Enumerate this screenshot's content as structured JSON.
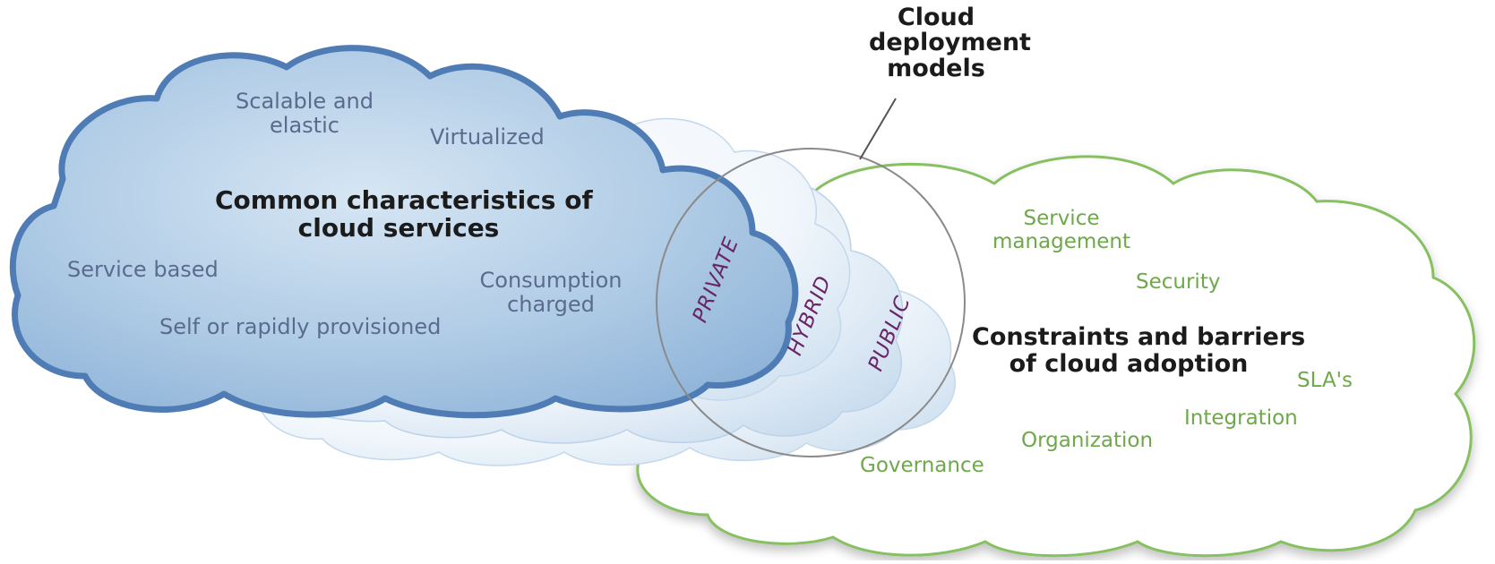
{
  "callout": {
    "title_line1": "Cloud",
    "title_line2": "deployment",
    "title_line3": "models"
  },
  "blue_cloud": {
    "heading_line1": "Common characteristics of",
    "heading_line2": "cloud services",
    "items": {
      "scalable_line1": "Scalable and",
      "scalable_line2": "elastic",
      "virtualized": "Virtualized",
      "service_based": "Service based",
      "consumption_line1": "Consumption",
      "consumption_line2": "charged",
      "self_provisioned": "Self or rapidly provisioned"
    }
  },
  "deployment_models": {
    "private": "PRIVATE",
    "hybrid": "HYBRID",
    "public": "PUBLIC"
  },
  "green_cloud": {
    "heading_line1": "Constraints and barriers",
    "heading_line2": "of cloud adoption",
    "items": {
      "service_mgmt_line1": "Service",
      "service_mgmt_line2": "management",
      "security": "Security",
      "slas": "SLA's",
      "integration": "Integration",
      "organization": "Organization",
      "governance": "Governance"
    }
  },
  "colors": {
    "blue_cloud_fill": "#a9c8e4",
    "blue_cloud_stroke": "#4f7cb4",
    "green_cloud_stroke": "#86c061",
    "model_text": "#6a2468",
    "circle_stroke": "#8a8a8a"
  }
}
